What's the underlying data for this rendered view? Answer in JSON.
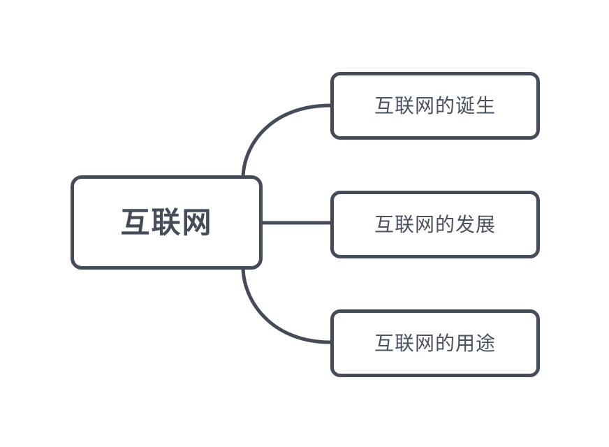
{
  "diagram": {
    "type": "mindmap",
    "root": {
      "label": "互联网"
    },
    "children": [
      {
        "label": "互联网的诞生"
      },
      {
        "label": "互联网的发展"
      },
      {
        "label": "互联网的用途"
      }
    ],
    "colors": {
      "background": "#FFFFFF",
      "node_fill": "#FFFFFF",
      "node_border": "#454C58",
      "root_text": "#454C58",
      "child_text": "#4B525E",
      "connector": "#454C58"
    }
  }
}
